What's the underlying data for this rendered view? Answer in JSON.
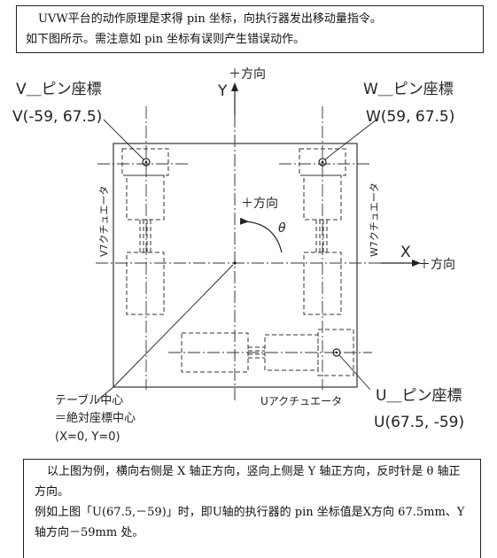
{
  "intro": {
    "line1": "UVW平台的动作原理是求得 pin 坐标，向执行器发出移动量指令。",
    "line2": "如下图所示。需注意如 pin 坐标有误则产生错误动作。"
  },
  "diagram": {
    "y_axis": "Y",
    "y_dir": "＋方向",
    "x_axis": "X",
    "x_dir": "＋方向",
    "theta_dir": "＋方向",
    "theta": "θ",
    "v_pin_label": "V＿ピン座標",
    "v_pin_coord": "V(-59, 67.5)",
    "w_pin_label": "W＿ピン座標",
    "w_pin_coord": "W(59, 67.5)",
    "u_pin_label": "U＿ピン座標",
    "u_pin_coord": "U(67.5, -59)",
    "v_actuator": "V7クチュエータ",
    "w_actuator": "W7クチュエータ",
    "u_actuator": "Uアクチュエータ",
    "table_center_1": "テーブル中心",
    "table_center_2": "＝絶対座標中心",
    "table_center_3": "(X=0, Y=0)"
  },
  "note": {
    "line1": "以上图为例，横向右侧是 X 轴正方向，竖向上侧是 Y 轴正方向，反时针是 θ 轴正",
    "line2": "方向。",
    "line3": "例如上图「U(67.5,－59)」时，即U轴的执行器的 pin 坐标值是X方向 67.5mm、Y",
    "line4": "轴方向－59mm 处。"
  }
}
